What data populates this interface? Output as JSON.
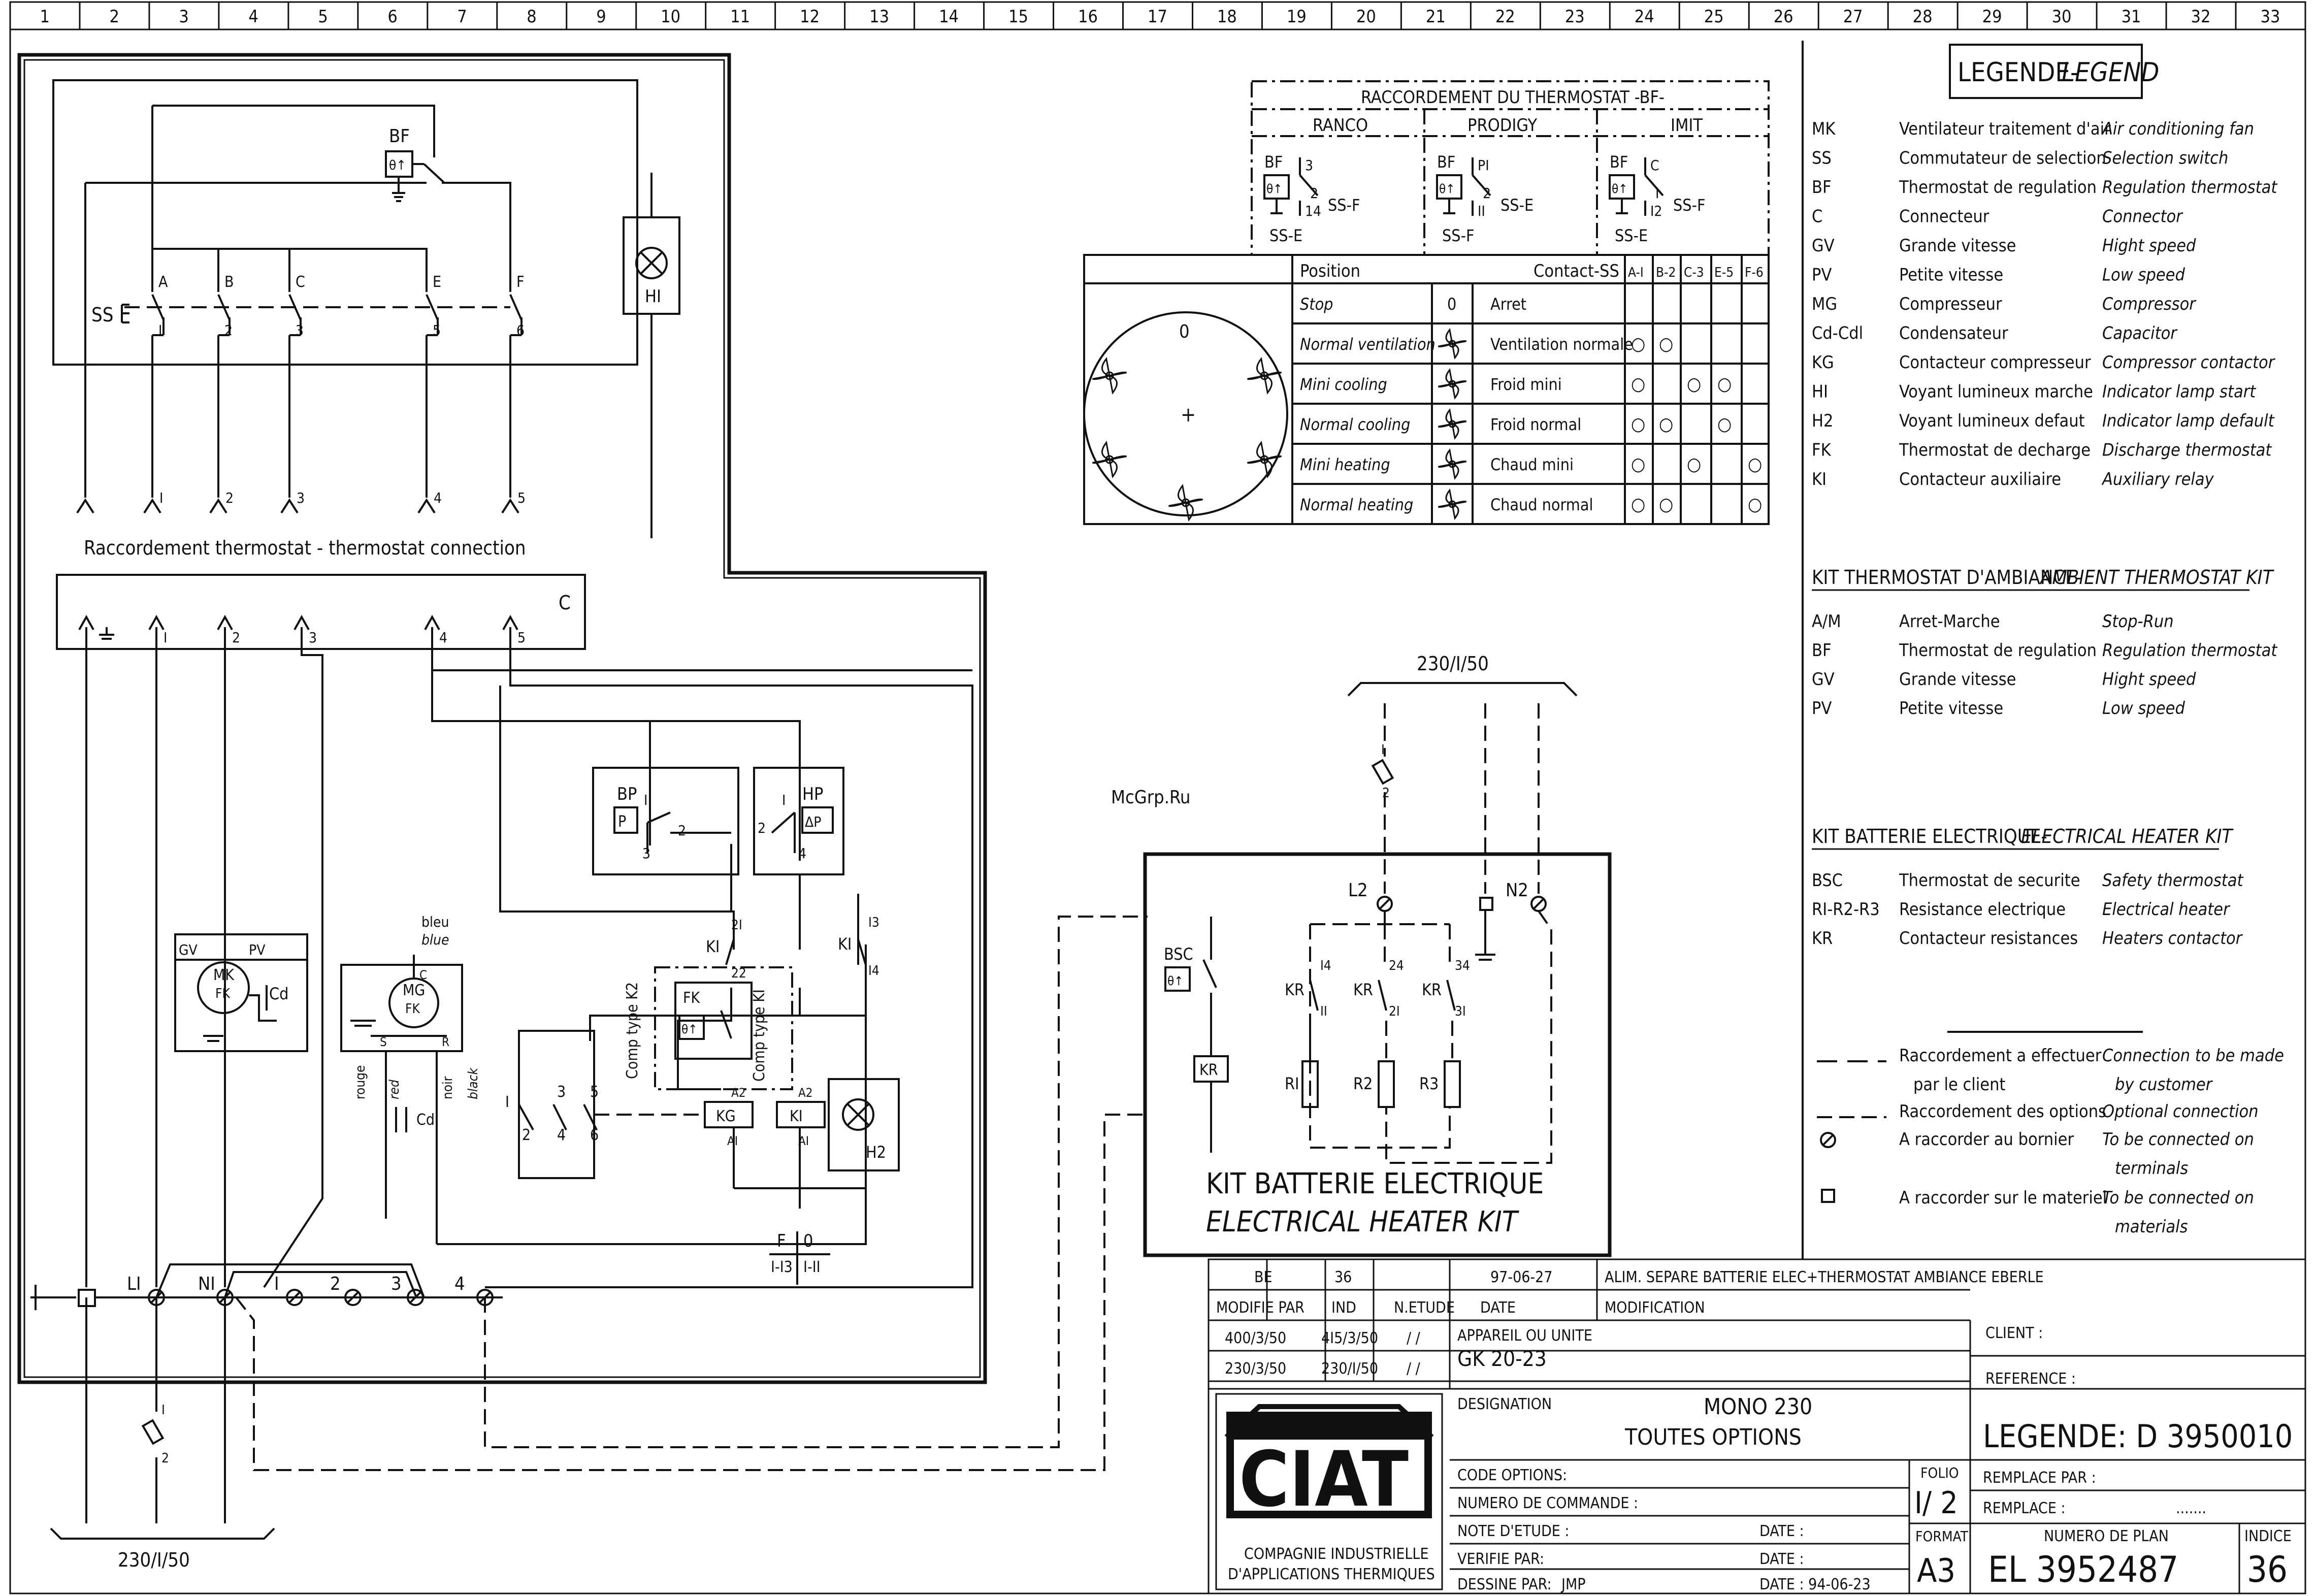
{
  "grid": {
    "columns": [
      "1",
      "2",
      "3",
      "4",
      "5",
      "6",
      "7",
      "8",
      "9",
      "10",
      "11",
      "12",
      "13",
      "14",
      "15",
      "16",
      "17",
      "18",
      "19",
      "20",
      "21",
      "22",
      "23",
      "24",
      "25",
      "26",
      "27",
      "28",
      "29",
      "30",
      "31",
      "32",
      "33"
    ]
  },
  "thermostat_connection": {
    "title": "RACCORDEMENT DU THERMOSTAT -BF-",
    "brands": [
      "RANCO",
      "PRODIGY",
      "IMIT"
    ],
    "ranco": {
      "bf": "BF",
      "t1": "3",
      "t2": "2",
      "t3": "14",
      "ssf": "SS-F",
      "sse": "SS-E"
    },
    "prodigy": {
      "bf": "BF",
      "t1": "PI",
      "t2": "2",
      "t3": "II",
      "ssf": "SS-F",
      "sse": "SS-E"
    },
    "imit": {
      "bf": "BF",
      "t1": "C",
      "t2": "I",
      "t3": "I2",
      "ssf": "SS-F",
      "sse": "SS-E"
    }
  },
  "selector": {
    "header_position": "Position",
    "header_contact": "Contact-SS",
    "contact_cols": [
      "A-I",
      "B-2",
      "C-3",
      "E-5",
      "F-6"
    ],
    "dial_zero": "0",
    "dial_plus": "+",
    "rows": [
      {
        "en": "Stop",
        "sym": "0",
        "fr": "Arret",
        "marks": [
          "",
          "",
          "",
          "",
          ""
        ]
      },
      {
        "en": "Normal ventilation",
        "sym": "",
        "fr": "Ventilation normale",
        "marks": [
          "○",
          "○",
          "",
          "",
          ""
        ]
      },
      {
        "en": "Mini cooling",
        "sym": "",
        "fr": "Froid mini",
        "marks": [
          "○",
          "",
          "○",
          "○",
          ""
        ]
      },
      {
        "en": "Normal cooling",
        "sym": "",
        "fr": "Froid normal",
        "marks": [
          "○",
          "○",
          "",
          "○",
          ""
        ]
      },
      {
        "en": "Mini heating",
        "sym": "",
        "fr": "Chaud mini",
        "marks": [
          "○",
          "",
          "○",
          "",
          "○"
        ]
      },
      {
        "en": "Normal heating",
        "sym": "",
        "fr": "Chaud normal",
        "marks": [
          "○",
          "○",
          "",
          "",
          "○"
        ]
      }
    ]
  },
  "legend": {
    "title_fr": "LEGENDE-",
    "title_en": "LEGEND",
    "items": [
      {
        "code": "MK",
        "fr": "Ventilateur traitement d'air",
        "en": "Air conditioning fan"
      },
      {
        "code": "SS",
        "fr": "Commutateur de selection",
        "en": "Selection switch"
      },
      {
        "code": "BF",
        "fr": "Thermostat de regulation",
        "en": "Regulation thermostat"
      },
      {
        "code": "C",
        "fr": "Connecteur",
        "en": "Connector"
      },
      {
        "code": "GV",
        "fr": "Grande vitesse",
        "en": "Hight speed"
      },
      {
        "code": "PV",
        "fr": "Petite vitesse",
        "en": "Low speed"
      },
      {
        "code": "MG",
        "fr": "Compresseur",
        "en": "Compressor"
      },
      {
        "code": "Cd-Cdl",
        "fr": "Condensateur",
        "en": "Capacitor"
      },
      {
        "code": "KG",
        "fr": "Contacteur compresseur",
        "en": "Compressor contactor"
      },
      {
        "code": "HI",
        "fr": "Voyant lumineux marche",
        "en": "Indicator lamp start"
      },
      {
        "code": "H2",
        "fr": "Voyant lumineux defaut",
        "en": "Indicator lamp default"
      },
      {
        "code": "FK",
        "fr": "Thermostat de decharge",
        "en": "Discharge thermostat"
      },
      {
        "code": "KI",
        "fr": "Contacteur auxiliaire",
        "en": "Auxiliary relay"
      }
    ],
    "kit_thermostat_title_fr": "KIT THERMOSTAT D'AMBIANCE-",
    "kit_thermostat_title_en": "AMBIENT THERMOSTAT KIT",
    "kit_thermostat_items": [
      {
        "code": "A/M",
        "fr": "Arret-Marche",
        "en": "Stop-Run"
      },
      {
        "code": "BF",
        "fr": "Thermostat de regulation",
        "en": "Regulation thermostat"
      },
      {
        "code": "GV",
        "fr": "Grande vitesse",
        "en": "Hight speed"
      },
      {
        "code": "PV",
        "fr": "Petite vitesse",
        "en": "Low speed"
      }
    ],
    "kit_heater_title_fr": "KIT BATTERIE ELECTRIQUE-",
    "kit_heater_title_en": "ELECTRICAL HEATER KIT",
    "kit_heater_items": [
      {
        "code": "BSC",
        "fr": "Thermostat de securite",
        "en": "Safety thermostat"
      },
      {
        "code": "RI-R2-R3",
        "fr": "Resistance electrique",
        "en": "Electrical heater"
      },
      {
        "code": "KR",
        "fr": "Contacteur resistances",
        "en": "Heaters contactor"
      }
    ],
    "conventions": [
      {
        "fr1": "Raccordement a effectuer",
        "fr2": "par le client",
        "en1": "Connection to be made",
        "en2": "by customer"
      },
      {
        "fr1": "Raccordement des options",
        "fr2": "",
        "en1": "Optional connection",
        "en2": ""
      },
      {
        "fr1": "A raccorder au bornier",
        "fr2": "",
        "en1": "To be connected on",
        "en2": "terminals"
      },
      {
        "fr1": "A raccorder sur le materiel",
        "fr2": "",
        "en1": "To be connected on",
        "en2": "materials"
      }
    ]
  },
  "schematic": {
    "sw_letters": [
      "A",
      "B",
      "C",
      "E",
      "F"
    ],
    "sw_numbers": [
      "I",
      "2",
      "3",
      "5",
      "6"
    ],
    "plug_numbers": [
      "I",
      "2",
      "3",
      "4",
      "5"
    ],
    "ss": "SS",
    "bf": "BF",
    "hi": "HI",
    "connection_label": "Raccordement thermostat - thermostat connection",
    "connector_c": "C",
    "bp": "BP",
    "bp_p": "P",
    "bp_n1": "I",
    "bp_n2": "2",
    "bp_n3": "3",
    "hp": "HP",
    "hp_p": "ΔP",
    "hp_n1": "I",
    "hp_n2": "2",
    "hp_n4": "4",
    "mk": "MK",
    "mk_fk": "FK",
    "gv": "GV",
    "pv": "PV",
    "cd": "Cd",
    "mg": "MG",
    "mg_fk": "FK",
    "mg_c": "C",
    "mg_s": "S",
    "mg_r": "R",
    "bleu": "bleu",
    "blue": "blue",
    "rouge": "rouge",
    "red": "red",
    "noir": "noir",
    "black": "black",
    "cdi": "CdI",
    "ki": "KI",
    "ki_21": "2I",
    "ki_22": "22",
    "ki_13": "I3",
    "ki_14": "I4",
    "comp_k2": "Comp type K2",
    "comp_ki": "Comp type KI",
    "fk": "FK",
    "kg": "KG",
    "a1": "AI",
    "a2": "A2",
    "h2": "H2",
    "kg_contacts": [
      "I",
      "3",
      "5",
      "2",
      "4",
      "6"
    ],
    "f0_top": "F",
    "f0_top2": "0",
    "f0_bot": "I-I3",
    "f0_bot2": "I-II",
    "terminals": [
      "LI",
      "NI",
      "I",
      "2",
      "3",
      "4"
    ],
    "supply_main": "230/I/50",
    "fuse_top": "I",
    "fuse_bot": "2"
  },
  "heater_kit": {
    "supply": "230/I/50",
    "f_top": "I",
    "f_bot": "2",
    "l2": "L2",
    "n2": "N2",
    "bsc": "BSC",
    "kr": "KR",
    "contacts": [
      {
        "label": "KR",
        "top": "I4",
        "bot": "II",
        "res": "RI"
      },
      {
        "label": "KR",
        "top": "24",
        "bot": "2I",
        "res": "R2"
      },
      {
        "label": "KR",
        "top": "34",
        "bot": "3I",
        "res": "R3"
      }
    ],
    "title_fr": "KIT BATTERIE ELECTRIQUE",
    "title_en": "ELECTRICAL HEATER KIT"
  },
  "watermark": "McGrp.Ru",
  "title_block": {
    "rev_be": "BE",
    "rev_ind": "36",
    "rev_date": "97-06-27",
    "rev_mod": "ALIM. SEPARE BATTERIE ELEC+THERMOSTAT AMBIANCE EBERLE",
    "h_modifie": "MODIFIE PAR",
    "h_ind": "IND",
    "h_etude": "N.ETUDE",
    "h_date": "DATE",
    "h_modification": "MODIFICATION",
    "v1": "400/3/50",
    "v2": "4I5/3/50",
    "v3": "230/3/50",
    "v4": "230/I/50",
    "slash1": "/ /",
    "slash2": "/ /",
    "appareil_label": "APPAREIL OU UNITE",
    "appareil": "GK 20-23",
    "client_label": "CLIENT :",
    "reference_label": "REFERENCE :",
    "designation_label": "DESIGNATION",
    "designation1": "MONO 230",
    "designation2": "TOUTES OPTIONS",
    "legende": "LEGENDE: D 3950010",
    "code_options": "CODE OPTIONS:",
    "numero_commande": "NUMERO DE COMMANDE :",
    "note_etude": "NOTE D'ETUDE :",
    "verifie": "VERIFIE PAR:",
    "dessine": "DESSINE PAR:",
    "dessine_val": "JMP",
    "date1": "DATE :",
    "date2": "DATE :",
    "date3": "DATE : 94-06-23",
    "folio_label": "FOLIO",
    "folio": "I/ 2",
    "remplace_par": "REMPLACE PAR :",
    "remplace": "REMPLACE :",
    "remplace_val": ".......",
    "format_label": "FORMAT",
    "format": "A3",
    "numero_plan_label": "NUMERO DE PLAN",
    "numero_plan": "EL 3952487",
    "indice_label": "INDICE",
    "indice": "36",
    "logo": "CIAT",
    "company1": "COMPAGNIE INDUSTRIELLE",
    "company2": "D'APPLICATIONS THERMIQUES"
  }
}
